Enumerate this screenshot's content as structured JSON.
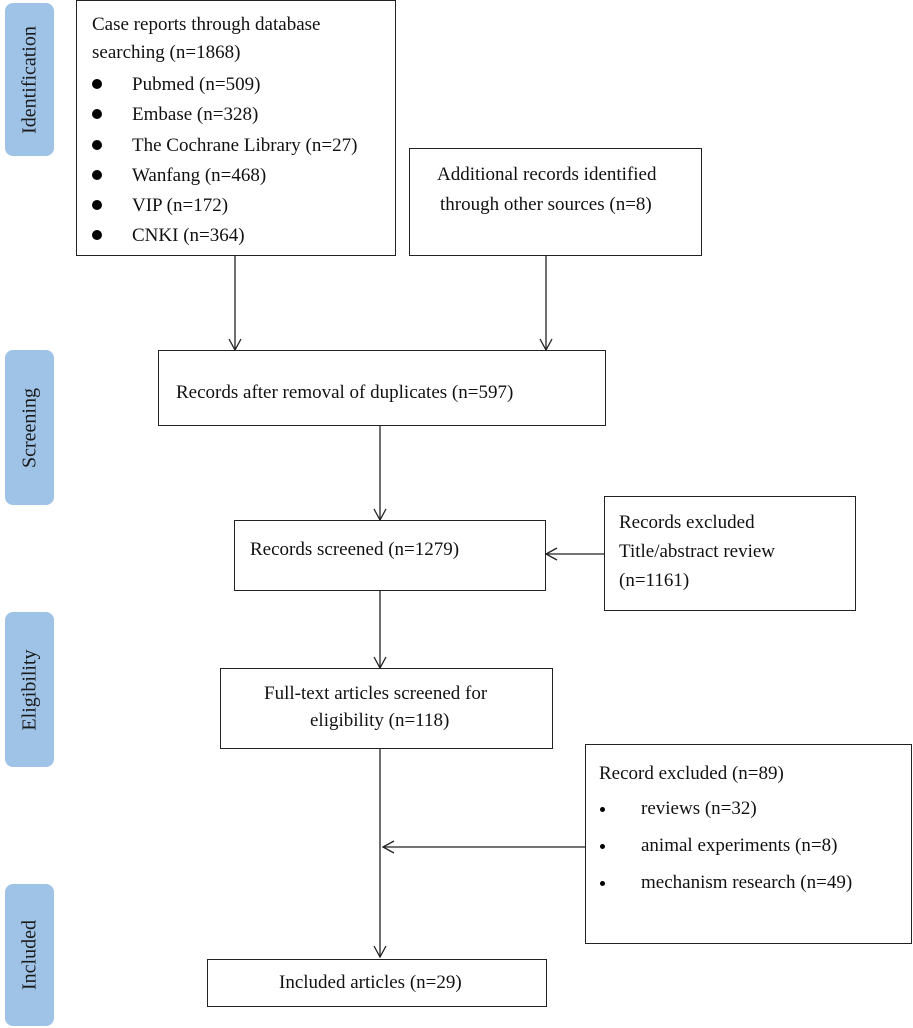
{
  "phases": {
    "identification": "Identification",
    "screening": "Screening",
    "eligibility": "Eligibility",
    "included": "Included"
  },
  "database_box": {
    "heading_line1": "Case reports through database",
    "heading_line2": "searching (n=1868)",
    "sources": [
      "Pubmed (n=509)",
      "Embase (n=328)",
      "The Cochrane Library (n=27)",
      "Wanfang (n=468)",
      "VIP (n=172)",
      "CNKI (n=364)"
    ]
  },
  "additional_box": {
    "line1": "Additional records identified",
    "line2": "through other sources (n=8)"
  },
  "duplicates_box": {
    "text": "Records after removal of duplicates (n=597)"
  },
  "screened_box": {
    "text": "Records screened (n=1279)"
  },
  "excluded_abstract_box": {
    "line1": "Records excluded",
    "line2": "Title/abstract review",
    "line3": "(n=1161)"
  },
  "fulltext_box": {
    "line1": "Full-text articles screened for",
    "line2": "eligibility (n=118)"
  },
  "excluded_fulltext_box": {
    "heading": "Record excluded (n=89)",
    "items": [
      "reviews (n=32)",
      "animal experiments (n=8)",
      "mechanism research (n=49)"
    ]
  },
  "included_box": {
    "text": "Included articles (n=29)"
  }
}
